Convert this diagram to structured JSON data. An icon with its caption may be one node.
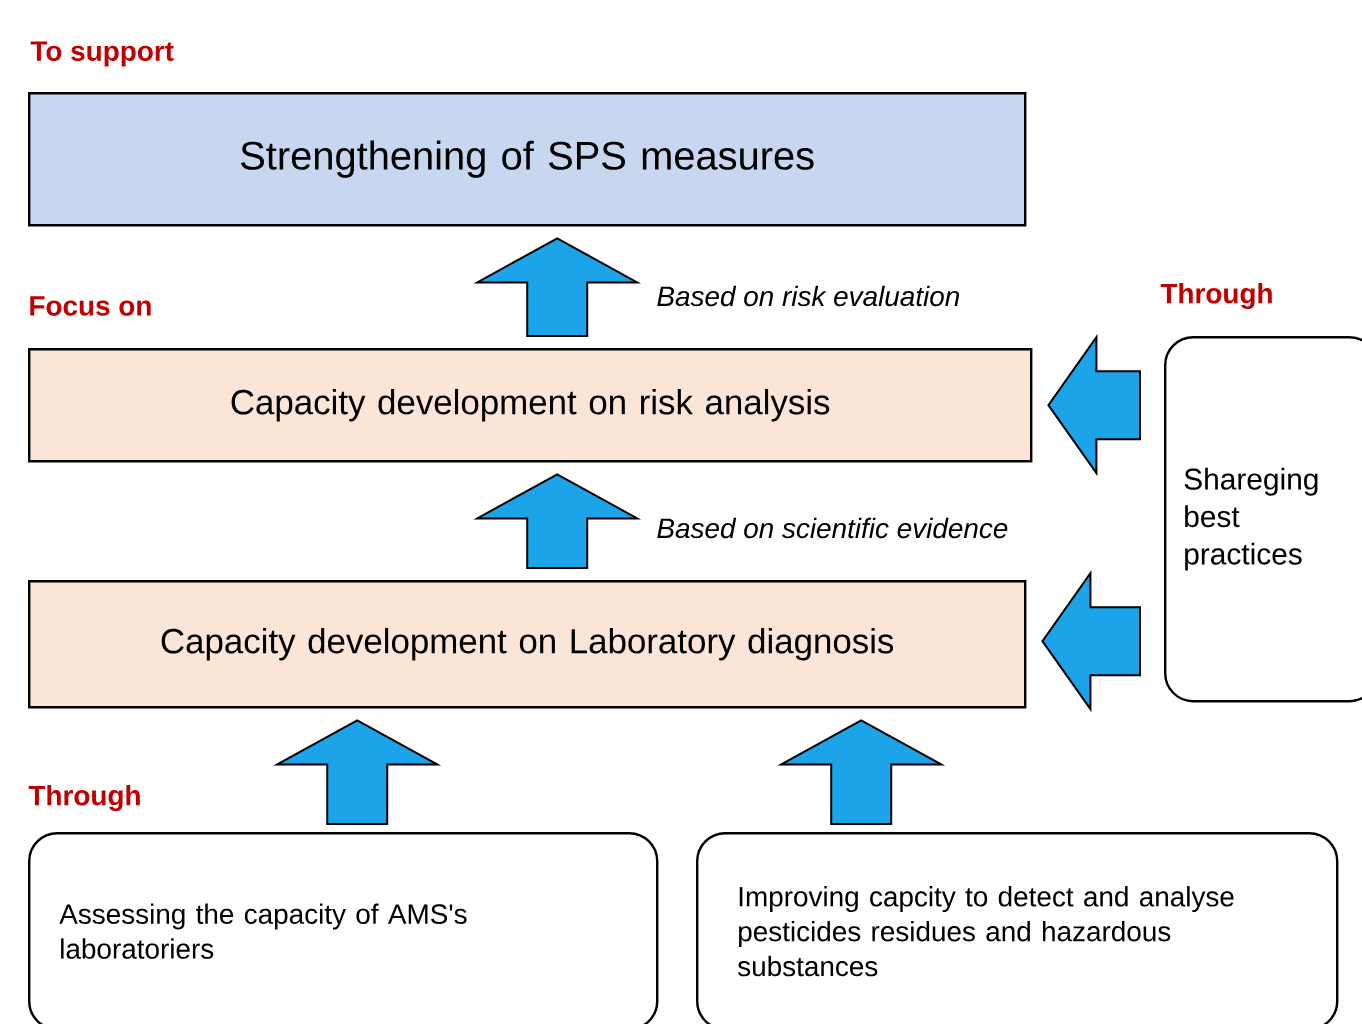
{
  "diagram": {
    "nodes": [
      {
        "text": [
          "Strengthening of SPS measures"
        ]
      },
      {
        "text": [
          "Capacity development on risk analysis"
        ]
      },
      {
        "text": [
          "Capacity development on Laboratory diagnosis"
        ]
      },
      {
        "text": [
          "Shareging best practices"
        ]
      },
      {
        "text": [
          "Assessing the capacity of AMS's laboratoriers"
        ]
      },
      {
        "text": [
          "Improving capcity to detect and analyse pesticides residues and hazardous substances"
        ]
      }
    ],
    "edges": [
      {
        "from": 1,
        "to": 0,
        "arrow": "to",
        "label": "Based on risk evaluation"
      },
      {
        "from": 2,
        "to": 1,
        "arrow": "to",
        "label": "Based on scientific evidence"
      },
      {
        "from": 3,
        "to": 1,
        "arrow": "to"
      },
      {
        "from": 3,
        "to": 2,
        "arrow": "to"
      },
      {
        "from": 4,
        "to": 2,
        "arrow": "to"
      },
      {
        "from": 5,
        "to": 2,
        "arrow": "to"
      }
    ],
    "labels": [
      "To support",
      "Focus on",
      "Through",
      "Through"
    ]
  }
}
